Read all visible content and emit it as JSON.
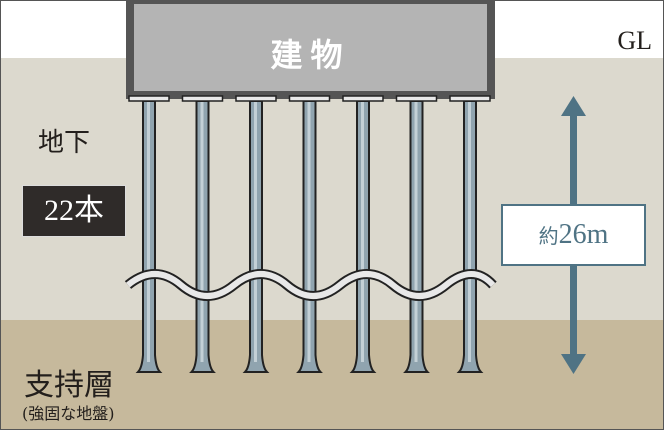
{
  "labels": {
    "ground_level": "GL",
    "building": "建物",
    "underground": "地下",
    "pile_count": "22本",
    "depth_prefix": "約",
    "depth_value": "26m",
    "bearing_layer": "支持層",
    "bearing_layer_note": "(強固な地盤)"
  },
  "pile_count_drawn": 7,
  "colors": {
    "sky": "#ffffff",
    "ground": "#dcd9ce",
    "bearing_layer": "#c6b99c",
    "building": "#b4b4b4",
    "building_border": "#555555",
    "pile": "#90a4af",
    "arrow": "#4f7384"
  }
}
